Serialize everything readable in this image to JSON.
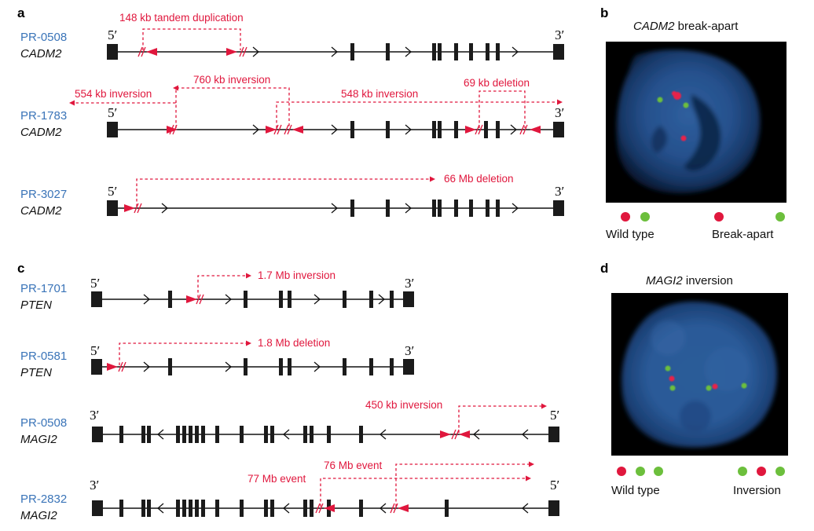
{
  "panels": {
    "a": "a",
    "b": "b",
    "c": "c",
    "d": "d"
  },
  "tracks": {
    "pr0508_cadm2": {
      "sample": "PR-0508",
      "gene": "CADM2",
      "left_end": "5′",
      "right_end": "3′",
      "events": [
        "148 kb tandem duplication"
      ]
    },
    "pr1783_cadm2": {
      "sample": "PR-1783",
      "gene": "CADM2",
      "left_end": "5′",
      "right_end": "3′",
      "events": [
        "554 kb inversion",
        "760 kb inversion",
        "548 kb inversion",
        "69 kb deletion"
      ]
    },
    "pr3027_cadm2": {
      "sample": "PR-3027",
      "gene": "CADM2",
      "left_end": "5′",
      "right_end": "3′",
      "events": [
        "66 Mb deletion"
      ]
    },
    "pr1701_pten": {
      "sample": "PR-1701",
      "gene": "PTEN",
      "left_end": "5′",
      "right_end": "3′",
      "events": [
        "1.7 Mb inversion"
      ]
    },
    "pr0581_pten": {
      "sample": "PR-0581",
      "gene": "PTEN",
      "left_end": "5′",
      "right_end": "3′",
      "events": [
        "1.8 Mb deletion"
      ]
    },
    "pr0508_magi2": {
      "sample": "PR-0508",
      "gene": "MAGI2",
      "left_end": "3′",
      "right_end": "5′",
      "events": [
        "450 kb inversion"
      ]
    },
    "pr2832_magi2": {
      "sample": "PR-2832",
      "gene": "MAGI2",
      "left_end": "3′",
      "right_end": "5′",
      "events": [
        "76 Mb event",
        "77 Mb event"
      ]
    }
  },
  "fish_b": {
    "title_gene": "CADM2",
    "title_rest": " break-apart",
    "legend_left": "Wild type",
    "legend_right": "Break-apart"
  },
  "fish_d": {
    "title_gene": "MAGI2",
    "title_rest": " inversion",
    "legend_left": "Wild type",
    "legend_right": "Inversion"
  },
  "colors": {
    "event_red": "#e0173d",
    "probe_green": "#6cbf3c",
    "sample_blue": "#3a74b8",
    "exon_black": "#1b1b1b"
  }
}
